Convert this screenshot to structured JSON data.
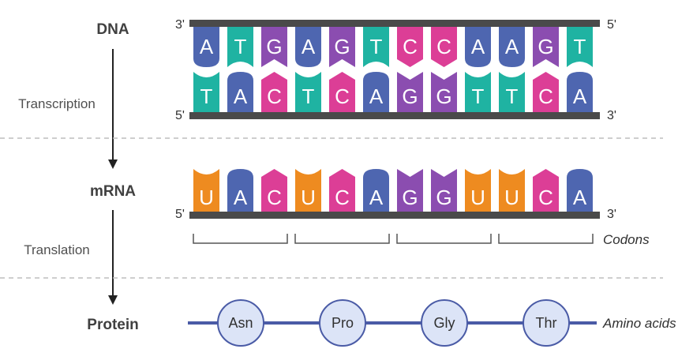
{
  "labels": {
    "dna": "DNA",
    "transcription": "Transcription",
    "mrna": "mRNA",
    "translation": "Translation",
    "protein": "Protein",
    "codons": "Codons",
    "amino_acids": "Amino acids"
  },
  "strand_ends": {
    "dna_top_left": "3'",
    "dna_top_right": "5'",
    "dna_bottom_left": "5'",
    "dna_bottom_right": "3'",
    "mrna_left": "5'",
    "mrna_right": "3'"
  },
  "dna": {
    "template_strand": [
      "A",
      "T",
      "G",
      "A",
      "G",
      "T",
      "C",
      "C",
      "A",
      "A",
      "G",
      "T"
    ],
    "coding_strand": [
      "T",
      "A",
      "C",
      "T",
      "C",
      "A",
      "G",
      "G",
      "T",
      "T",
      "C",
      "A"
    ]
  },
  "mrna": [
    "U",
    "A",
    "C",
    "U",
    "C",
    "A",
    "G",
    "G",
    "U",
    "U",
    "C",
    "A"
  ],
  "amino_acids": [
    "Asn",
    "Pro",
    "Gly",
    "Thr"
  ],
  "colors": {
    "A": "#4E66B0",
    "T": "#1FB3A2",
    "G": "#8B4DB0",
    "C": "#DC3E96",
    "U": "#EE8B20",
    "backbone": "#4a4a4a",
    "divider": "#bdbdbd",
    "arrow": "#222222",
    "protein_line": "#4A5BA6",
    "amino_fill": "#DCE4F7",
    "amino_stroke": "#4A5BA6",
    "bracket": "#555555"
  }
}
